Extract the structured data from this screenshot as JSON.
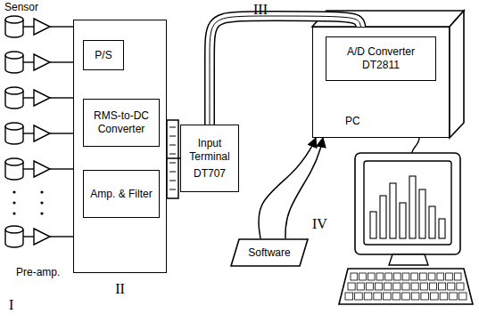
{
  "diagram": {
    "nodes": [
      {
        "text": [
          "II"
        ]
      },
      {
        "text": [
          "P/S"
        ],
        "in": 0
      },
      {
        "text": [
          "RMS-to-DC Converter"
        ],
        "in": 0
      },
      {
        "text": [
          "Amp. & Filter"
        ],
        "in": 0
      },
      {
        "text": [
          "Input Terminal",
          "DT707"
        ]
      },
      {
        "text": [
          "PC"
        ]
      },
      {
        "text": [
          "A/D Converter",
          "DT2811"
        ],
        "in": 5
      },
      {
        "text": [
          "Software"
        ]
      }
    ],
    "edges": [
      {
        "from": 0,
        "to": 4,
        "arrow": "none"
      },
      {
        "from": 4,
        "to": 6,
        "arrow": "none"
      },
      {
        "from": 7,
        "to": 5,
        "arrow": "to"
      },
      {
        "from": 7,
        "to": 5,
        "arrow": "to"
      }
    ],
    "labels": [
      "Sensor",
      "Pre-amp.",
      "I",
      "III",
      "IV"
    ]
  }
}
